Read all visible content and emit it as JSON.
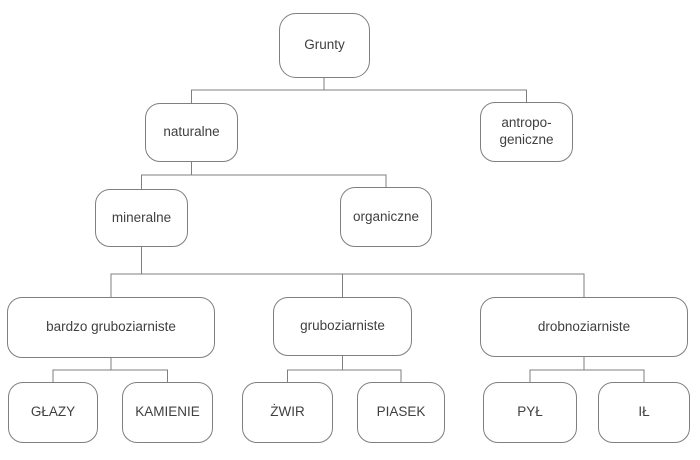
{
  "diagram": {
    "type": "tree",
    "language": "pl",
    "root_label": "Grunty"
  },
  "nodes": {
    "grunty": {
      "label": "Grunty",
      "parent": null
    },
    "naturalne": {
      "label": "naturalne",
      "parent": "grunty"
    },
    "antropogeniczne": {
      "line1": "antropo-",
      "line2": "geniczne",
      "label": "antropo-geniczne",
      "parent": "grunty"
    },
    "mineralne": {
      "label": "mineralne",
      "parent": "naturalne"
    },
    "organiczne": {
      "label": "organiczne",
      "parent": "naturalne"
    },
    "bardzo_gruboziarniste": {
      "label": "bardzo gruboziarniste",
      "parent": "mineralne"
    },
    "gruboziarniste": {
      "label": "gruboziarniste",
      "parent": "mineralne"
    },
    "drobnoziarniste": {
      "label": "drobnoziarniste",
      "parent": "mineralne"
    },
    "glazy": {
      "label": "GŁAZY",
      "parent": "bardzo_gruboziarniste"
    },
    "kamienie": {
      "label": "KAMIENIE",
      "parent": "bardzo_gruboziarniste"
    },
    "zwir": {
      "label": "ŻWIR",
      "parent": "gruboziarniste"
    },
    "piasek": {
      "label": "PIASEK",
      "parent": "gruboziarniste"
    },
    "pyl": {
      "label": "PYŁ",
      "parent": "drobnoziarniste"
    },
    "il": {
      "label": "IŁ",
      "parent": "drobnoziarniste"
    }
  },
  "colors": {
    "background": "#ffffff",
    "node_fill": "#ffffff",
    "node_border": "#7f7f7f",
    "connector": "#7f7f7f",
    "text": "#404040"
  }
}
